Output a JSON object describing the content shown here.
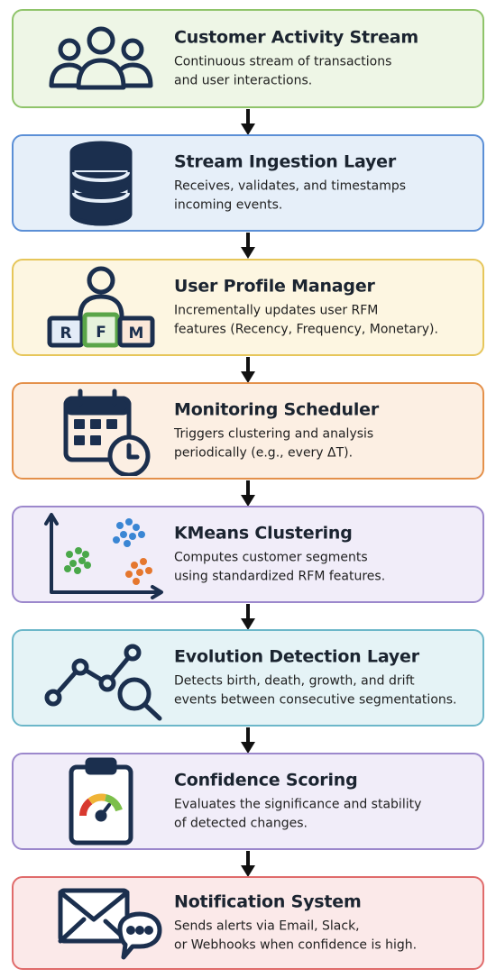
{
  "colors": {
    "ink": "#1b2f4e",
    "arrow": "#111111"
  },
  "steps": [
    {
      "title": "Customer Activity Stream",
      "description": "Continuous stream of transactions\nand user interactions.",
      "icon": "users-icon",
      "border": "#8fc46a",
      "fill": "#eef6e6"
    },
    {
      "title": "Stream Ingestion Layer",
      "description": "Receives, validates, and timestamps\nincoming events.",
      "icon": "database-icon",
      "border": "#5b8fd6",
      "fill": "#e6eff9"
    },
    {
      "title": "User Profile Manager",
      "description": "Incrementally updates user RFM\nfeatures (Recency, Frequency, Monetary).",
      "icon": "user-rfm-icon",
      "icon_letters": [
        "R",
        "F",
        "M"
      ],
      "border": "#e6c65a",
      "fill": "#fdf6e1"
    },
    {
      "title": "Monitoring Scheduler",
      "description": "Triggers clustering and analysis\nperiodically (e.g., every ΔT).",
      "icon": "calendar-clock-icon",
      "border": "#e4904a",
      "fill": "#fcefe3"
    },
    {
      "title": "KMeans Clustering",
      "description": "Computes customer segments\nusing standardized RFM features.",
      "icon": "scatter-clusters-icon",
      "border": "#9c88cc",
      "fill": "#f1edf9"
    },
    {
      "title": "Evolution Detection Layer",
      "description": "Detects birth, death, growth, and drift\nevents between consecutive segmentations.",
      "icon": "line-magnifier-icon",
      "border": "#6cb7c9",
      "fill": "#e5f3f6"
    },
    {
      "title": "Confidence Scoring",
      "description": "Evaluates the significance and stability\nof detected changes.",
      "icon": "clipboard-gauge-icon",
      "border": "#9c88cc",
      "fill": "#f1edf9"
    },
    {
      "title": "Notification System",
      "description": "Sends alerts via Email, Slack,\nor Webhooks when confidence is high.",
      "icon": "mail-chat-icon",
      "border": "#e06b6b",
      "fill": "#fbe9e9"
    }
  ]
}
